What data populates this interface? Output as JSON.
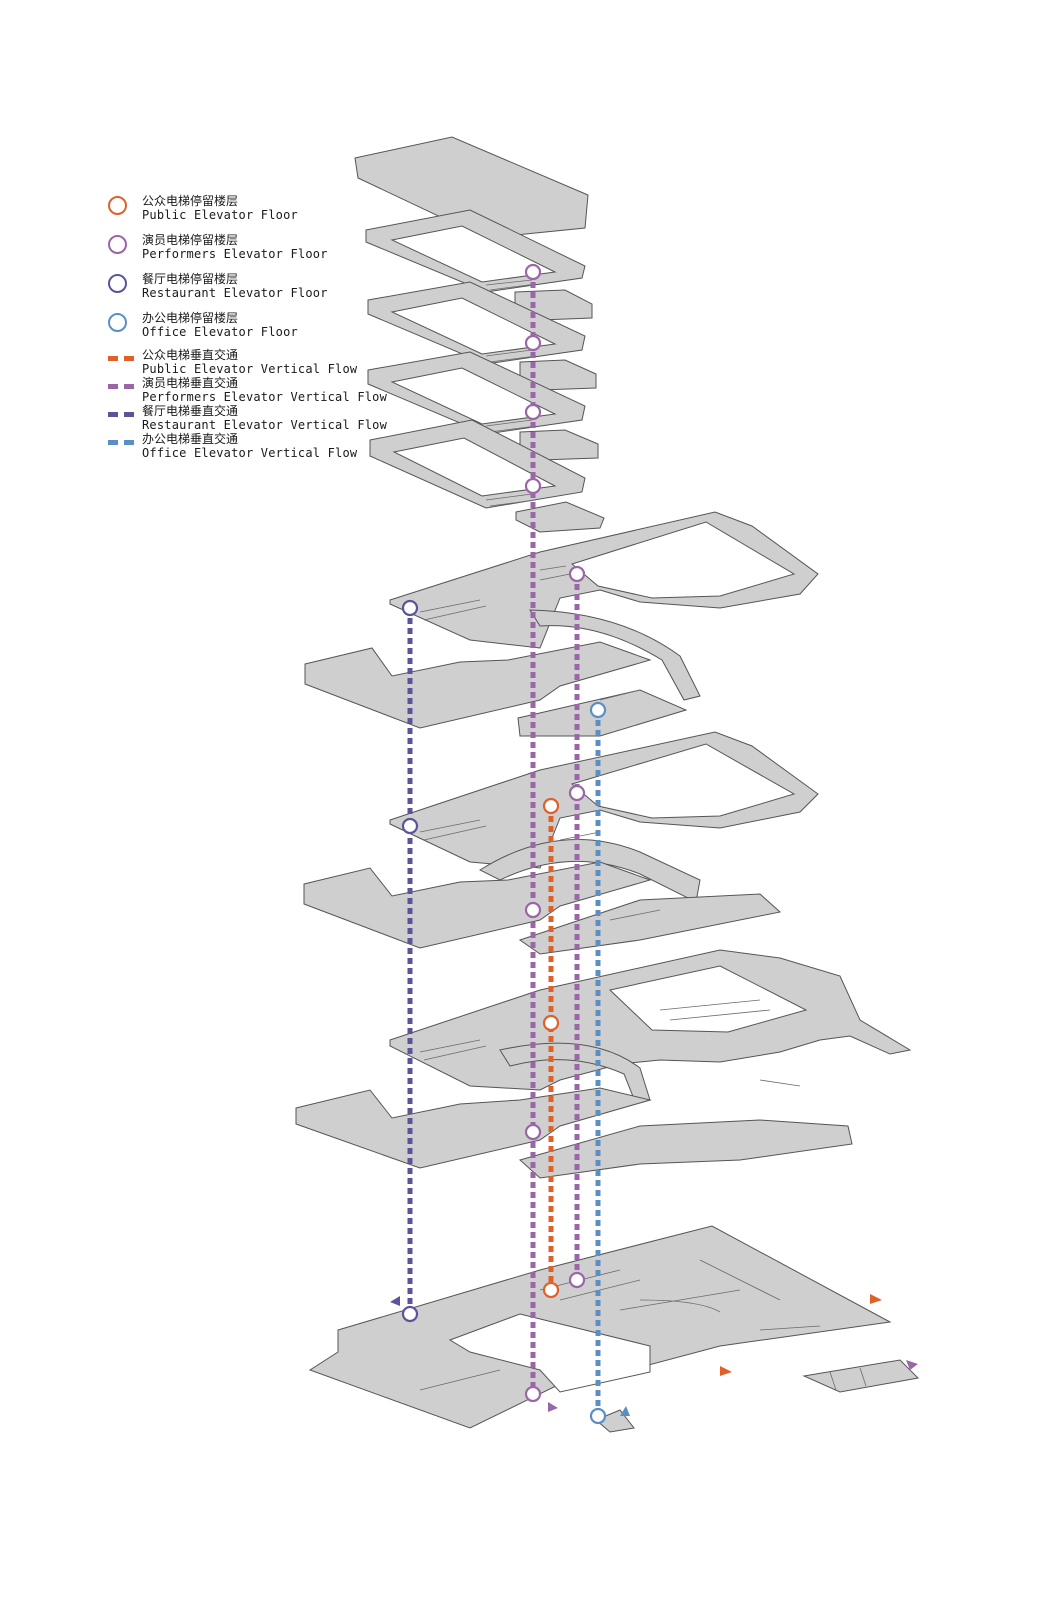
{
  "colors": {
    "public": "#e0602a",
    "performers": "#9a66a8",
    "restaurant": "#5a559a",
    "office": "#5a8fc5",
    "slab": "#cfcfcf",
    "slab_stroke": "#555555"
  },
  "legend": {
    "stops": [
      {
        "cn": "公众电梯停留楼层",
        "en": "Public Elevator Floor",
        "color_key": "public"
      },
      {
        "cn": "演员电梯停留楼层",
        "en": "Performers Elevator Floor",
        "color_key": "performers"
      },
      {
        "cn": "餐厅电梯停留楼层",
        "en": "Restaurant Elevator Floor",
        "color_key": "restaurant"
      },
      {
        "cn": "办公电梯停留楼层",
        "en": "Office Elevator Floor",
        "color_key": "office"
      }
    ],
    "flows": [
      {
        "cn": "公众电梯垂直交通",
        "en": "Public Elevator Vertical Flow",
        "color_key": "public"
      },
      {
        "cn": "演员电梯垂直交通",
        "en": "Performers Elevator Vertical Flow",
        "color_key": "performers"
      },
      {
        "cn": "餐厅电梯垂直交通",
        "en": "Restaurant Elevator Vertical Flow",
        "color_key": "restaurant"
      },
      {
        "cn": "办公电梯垂直交通",
        "en": "Office Elevator Vertical Flow",
        "color_key": "office"
      }
    ]
  }
}
